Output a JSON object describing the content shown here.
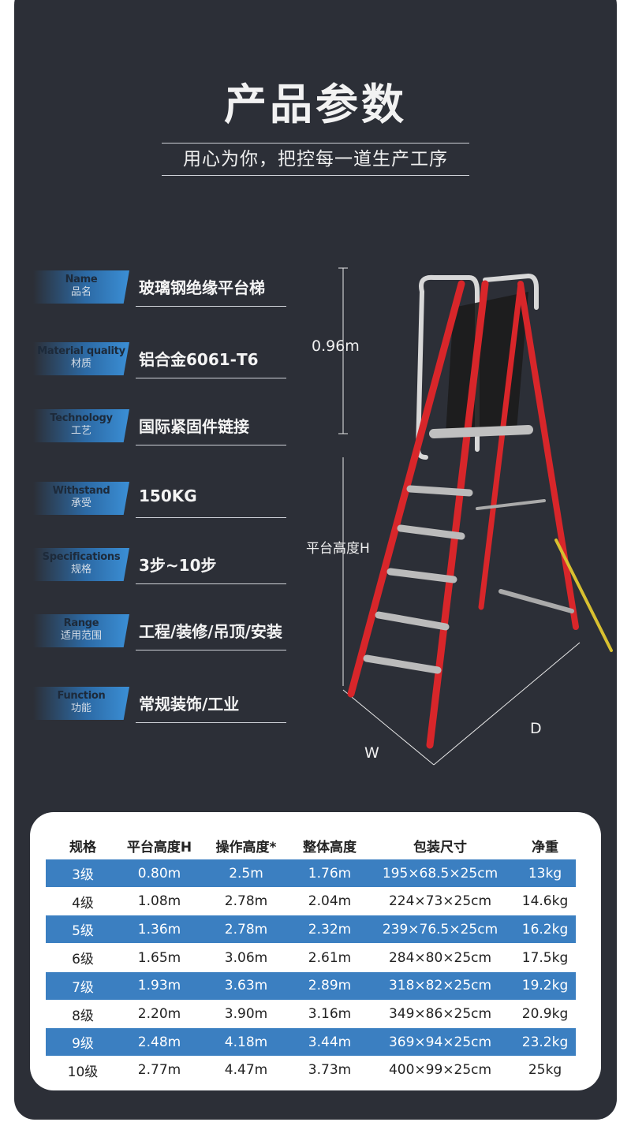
{
  "title": "产品参数",
  "subtitle": "用心为你，把控每一道生产工序",
  "specs": [
    {
      "en": "Name",
      "zh": "品名",
      "value": "玻璃钢绝缘平台梯"
    },
    {
      "en": "Material quality",
      "zh": "材质",
      "value": "铝合金6061-T6"
    },
    {
      "en": "Technology",
      "zh": "工艺",
      "value": "国际紧固件链接"
    },
    {
      "en": "Withstand",
      "zh": "承受",
      "value": "150KG"
    },
    {
      "en": "Specifications",
      "zh": "规格",
      "value": "3步~10步"
    },
    {
      "en": "Range",
      "zh": "适用范围",
      "value": "工程/装修/吊顶/安装"
    },
    {
      "en": "Function",
      "zh": "功能",
      "value": "常规装饰/工业"
    }
  ],
  "dimensions": {
    "guard_height": "0.96m",
    "platform_height": "平台高度H",
    "width": "W",
    "depth": "D"
  },
  "colors": {
    "background": "#2c2f37",
    "accent": "#3b7fc1",
    "ladder": "#d8262a"
  },
  "table": {
    "headers": [
      "规格",
      "平台高度H",
      "操作高度*",
      "整体高度",
      "包装尺寸",
      "净重"
    ],
    "rows": [
      [
        "3级",
        "0.80m",
        "2.5m",
        "1.76m",
        "195×68.5×25cm",
        "13kg"
      ],
      [
        "4级",
        "1.08m",
        "2.78m",
        "2.04m",
        "224×73×25cm",
        "14.6kg"
      ],
      [
        "5级",
        "1.36m",
        "2.78m",
        "2.32m",
        "239×76.5×25cm",
        "16.2kg"
      ],
      [
        "6级",
        "1.65m",
        "3.06m",
        "2.61m",
        "284×80×25cm",
        "17.5kg"
      ],
      [
        "7级",
        "1.93m",
        "3.63m",
        "2.89m",
        "318×82×25cm",
        "19.2kg"
      ],
      [
        "8级",
        "2.20m",
        "3.90m",
        "3.16m",
        "349×86×25cm",
        "20.9kg"
      ],
      [
        "9级",
        "2.48m",
        "4.18m",
        "3.44m",
        "369×94×25cm",
        "23.2kg"
      ],
      [
        "10级",
        "2.77m",
        "4.47m",
        "3.73m",
        "400×99×25cm",
        "25kg"
      ]
    ]
  }
}
